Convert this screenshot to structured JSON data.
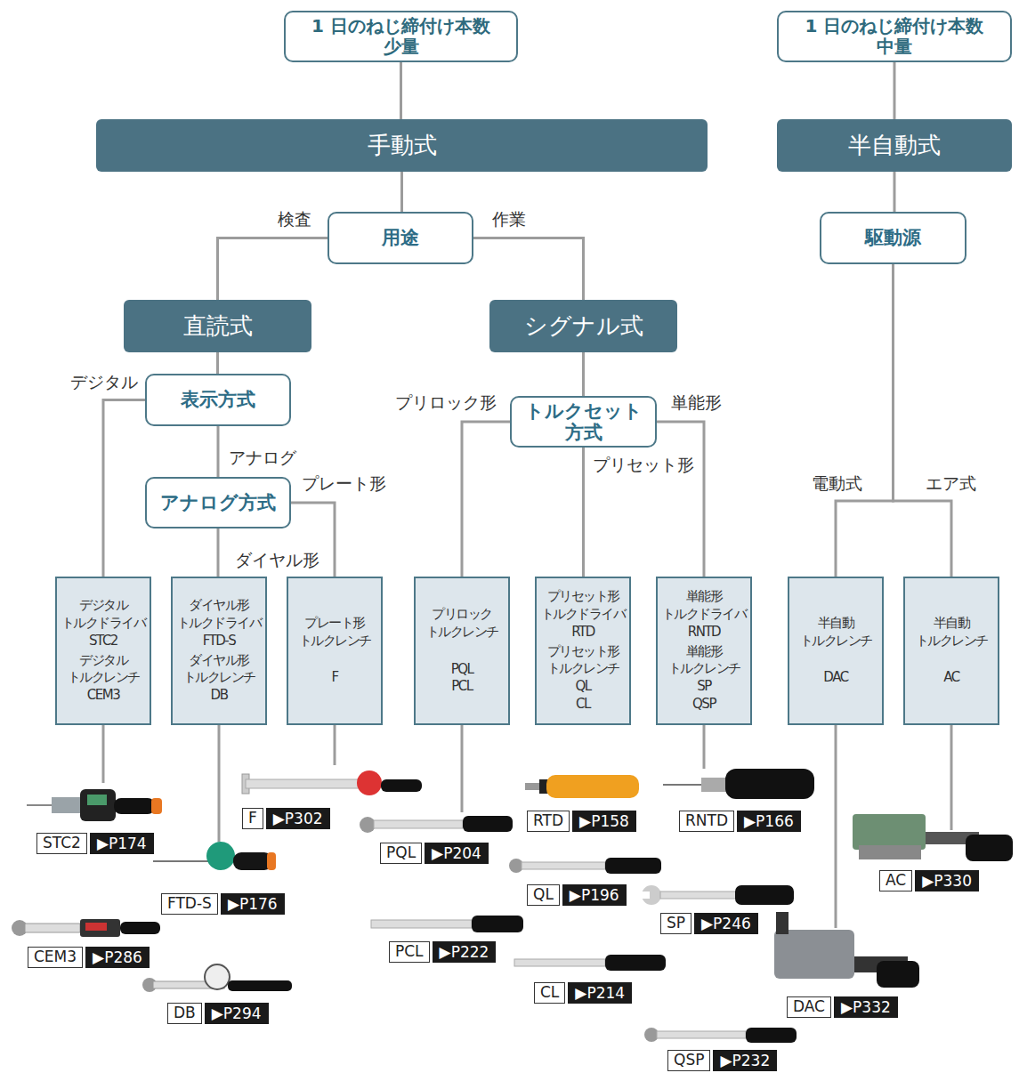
{
  "diagram": {
    "nodes": [
      {
        "text": [
          "1 日のねじ締付け本数 少量"
        ]
      },
      {
        "text": [
          "1 日のねじ締付け本数 中量"
        ]
      },
      {
        "text": [
          "手動式"
        ]
      },
      {
        "text": [
          "半自動式"
        ]
      },
      {
        "text": [
          "用途"
        ]
      },
      {
        "text": [
          "駆動源"
        ]
      },
      {
        "text": [
          "直読式"
        ]
      },
      {
        "text": [
          "シグナル式"
        ]
      },
      {
        "text": [
          "表示方式"
        ]
      },
      {
        "text": [
          "トルクセット 方式"
        ]
      },
      {
        "text": [
          "アナログ方式"
        ]
      },
      {
        "text": [
          "デジタル トルクドライバ STC2",
          "デジタル トルクレンチ CEM3"
        ]
      },
      {
        "text": [
          "ダイヤル形 トルクドライバ FTD-S",
          "ダイヤル形 トルクレンチ DB"
        ]
      },
      {
        "text": [
          "プレート形 トルクレンチ",
          "F"
        ]
      },
      {
        "text": [
          "プリロック トルクレンチ",
          "PQL PCL"
        ]
      },
      {
        "text": [
          "プリセット形 トルクドライバ RTD",
          "プリセット形 トルクレンチ QL CL"
        ]
      },
      {
        "text": [
          "単能形 トルクドライバ RNTD",
          "単能形 トルクレンチ SP QSP"
        ]
      },
      {
        "text": [
          "半自動 トルクレンチ",
          "DAC"
        ]
      },
      {
        "text": [
          "半自動 トルクレンチ",
          "AC"
        ]
      },
      {
        "text": [
          "STC2",
          "▶P174"
        ]
      },
      {
        "text": [
          "FTD-S",
          "▶P176"
        ]
      },
      {
        "text": [
          "CEM3",
          "▶P286"
        ]
      },
      {
        "text": [
          "DB",
          "▶P294"
        ]
      },
      {
        "text": [
          "F",
          "▶P302"
        ]
      },
      {
        "text": [
          "PQL",
          "▶P204"
        ]
      },
      {
        "text": [
          "PCL",
          "▶P222"
        ]
      },
      {
        "text": [
          "RTD",
          "▶P158"
        ]
      },
      {
        "text": [
          "QL",
          "▶P196"
        ]
      },
      {
        "text": [
          "CL",
          "▶P214"
        ]
      },
      {
        "text": [
          "QSP",
          "▶P232"
        ]
      },
      {
        "text": [
          "RNTD",
          "▶P166"
        ]
      },
      {
        "text": [
          "SP",
          "▶P246"
        ]
      },
      {
        "text": [
          "AC",
          "▶P330"
        ]
      },
      {
        "text": [
          "DAC",
          "▶P332"
        ]
      }
    ],
    "edges": [
      {
        "from": 0,
        "to": 2,
        "arrow": "none"
      },
      {
        "from": 1,
        "to": 3,
        "arrow": "none"
      },
      {
        "from": 2,
        "to": 4,
        "arrow": "none"
      },
      {
        "from": 3,
        "to": 5,
        "arrow": "none"
      },
      {
        "from": 4,
        "to": 6,
        "label": "検査",
        "arrow": "none"
      },
      {
        "from": 4,
        "to": 7,
        "label": "作業",
        "arrow": "none"
      },
      {
        "from": 6,
        "to": 8,
        "arrow": "none"
      },
      {
        "from": 7,
        "to": 9,
        "arrow": "none"
      },
      {
        "from": 8,
        "to": 11,
        "label": "デジタル",
        "arrow": "none"
      },
      {
        "from": 8,
        "to": 10,
        "label": "アナログ",
        "arrow": "none"
      },
      {
        "from": 10,
        "to": 12,
        "label": "ダイヤル形",
        "arrow": "none"
      },
      {
        "from": 10,
        "to": 13,
        "label": "プレート形",
        "arrow": "none"
      },
      {
        "from": 9,
        "to": 14,
        "label": "プリロック形",
        "arrow": "none"
      },
      {
        "from": 9,
        "to": 15,
        "label": "プリセット形",
        "arrow": "none"
      },
      {
        "from": 9,
        "to": 16,
        "label": "単能形",
        "arrow": "none"
      },
      {
        "from": 5,
        "to": 17,
        "label": "電動式",
        "arrow": "none"
      },
      {
        "from": 5,
        "to": 18,
        "label": "エア式",
        "arrow": "none"
      }
    ]
  }
}
